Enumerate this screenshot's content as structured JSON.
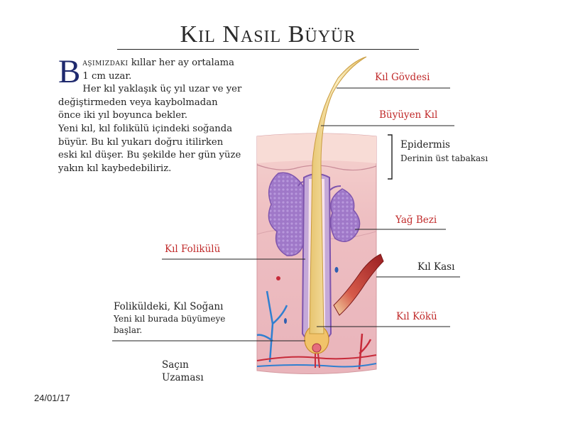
{
  "title": "Kıl Nasıl Büyür",
  "intro": {
    "dropcap": "B",
    "caps_word": "aşımızdaki",
    "line1_rest": " kıllar her ay ortalama 1 cm uzar.",
    "p2": "Her kıl yaklaşık üç yıl uzar ve yer değiştirmeden veya kaybolmadan önce iki yıl boyunca bekler.",
    "p3": "Yeni kıl, kıl folikülü içindeki soğanda büyür. Bu kıl yukarı doğru itilirken eski kıl düşer. Bu şekilde her gün yüze yakın kıl kaybedebiliriz."
  },
  "labels": {
    "shaft": "Kıl Gövdesi",
    "growing_hair": "Büyüyen Kıl",
    "epidermis": "Epidermis",
    "epidermis_sub": "Derinin üst tabakası",
    "sebaceous": "Yağ Bezi",
    "follicle": "Kıl Folikülü",
    "muscle": "Kıl Kası",
    "bulb": "Foliküldeki, Kıl Soğanı",
    "bulb_sub_1": "Yeni kıl burada büyümeye",
    "bulb_sub_2": "başlar.",
    "root": "Kıl Kökü",
    "growth_1": "Saçın",
    "growth_2": "Uzaması"
  },
  "footer": {
    "date": "24/01/17"
  },
  "colors": {
    "accent_red": "#c02a2a",
    "dropcap_blue": "#1f2a6e",
    "skin": "#f4c9c5",
    "dermis": "#e8b3b8",
    "gland": "#9a73c4",
    "hair": "#f2d68a"
  }
}
